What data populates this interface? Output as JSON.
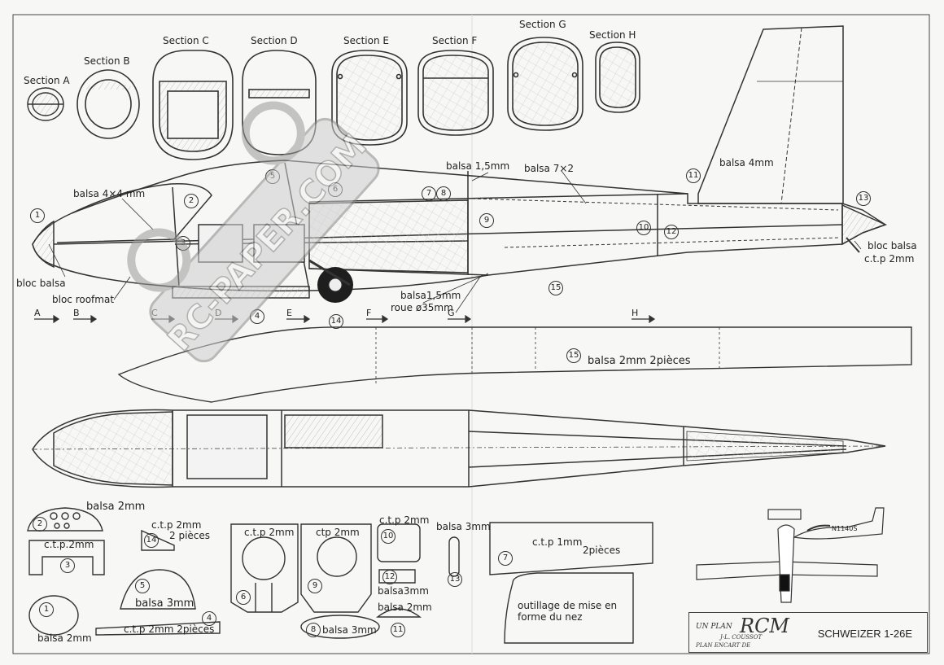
{
  "sections": [
    "Section A",
    "Section B",
    "Section C",
    "Section D",
    "Section E",
    "Section F",
    "Section G",
    "Section H"
  ],
  "cut_markers": [
    "A",
    "B",
    "C",
    "D",
    "E",
    "F",
    "G",
    "H"
  ],
  "side_view_labels": {
    "balsa_4x4": "balsa 4×4 mm",
    "bloc_balsa": "bloc balsa",
    "bloc_roofmat": "bloc roofmat",
    "balsa_15_top": "balsa 1,5mm",
    "balsa_7x2": "balsa  7×2",
    "balsa_4mm": "balsa  4mm",
    "bloc_balsa_tail": "bloc balsa",
    "ctp_2mm_tail": "c.t.p  2mm",
    "balsa_15_bottom": "balsa1,5mm",
    "roue": "roue  ø35mm"
  },
  "part15_label": "balsa 2mm  2pièces",
  "parts": {
    "p1_label": "balsa 2mm",
    "p2_label": "balsa 2mm",
    "p3_label": "c.t.p.2mm",
    "p4_label": "c.t.p 2mm  2pièces",
    "p5_label": "balsa 3mm",
    "p14_label": "c.t.p 2mm",
    "p14_label2": "2 pièces",
    "p6_label": "c.t.p 2mm",
    "p9_label": "ctp 2mm",
    "p10_label": "c.t.p 2mm",
    "p12_label": "balsa3mm",
    "p11_label": "balsa 2mm",
    "p8_label": "balsa 3mm",
    "p13_label": "balsa 3mm",
    "p7_label": "c.t.p 1mm",
    "p7_label2": "2pièces",
    "nose_tool_label": "outillage de mise en\nforme du nez"
  },
  "numbers": [
    "1",
    "2",
    "3",
    "4",
    "5",
    "6",
    "7",
    "8",
    "9",
    "10",
    "11",
    "12",
    "13",
    "14",
    "15"
  ],
  "watermark": "RC-PAPER.COM",
  "title_block": {
    "line1": "UN PLAN",
    "brand": "RCM",
    "author": "J-L. COUSSOT",
    "encart": "PLAN ENCART DE",
    "model": "SCHWEIZER 1-26E"
  },
  "registration": "N1140S",
  "colors": {
    "ink": "#222222",
    "paper": "#f7f7f5",
    "hatch": "#999999",
    "watermark": "#bdbdbd"
  }
}
